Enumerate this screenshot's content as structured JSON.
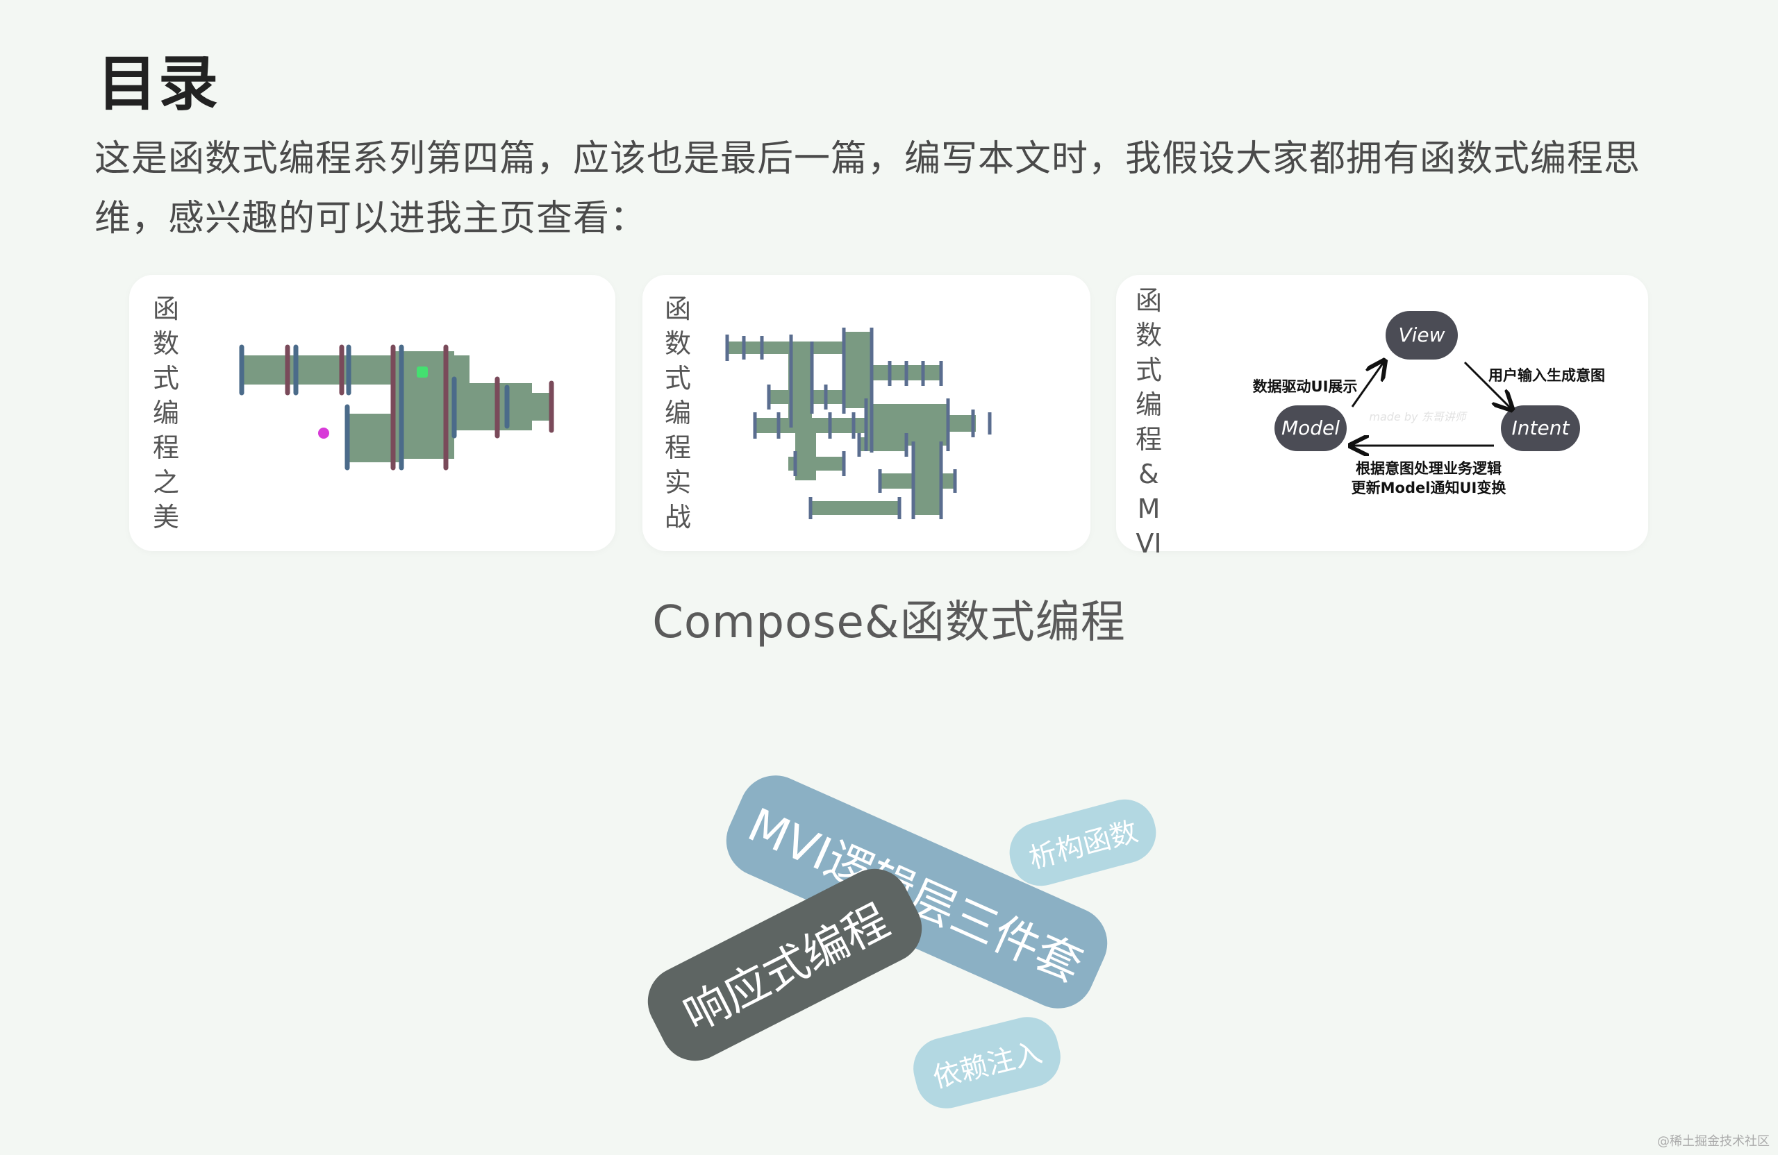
{
  "heading": "目录",
  "intro": "这是函数式编程系列第四篇，应该也是最后一篇，编写本文时，我假设大家都拥有函数式编程思维，感兴趣的可以进我主页查看：",
  "cards": [
    {
      "title": "函数式编程之美"
    },
    {
      "title": "函数式编程实战"
    },
    {
      "title": "函数式编程&MVI"
    }
  ],
  "mvi_diagram": {
    "nodes": {
      "view": "View",
      "model": "Model",
      "intent": "Intent"
    },
    "labels": {
      "model_to_view": "数据驱动UI展示",
      "view_to_intent": "用户输入生成意图",
      "intent_to_model_line1": "根据意图处理业务逻辑",
      "intent_to_model_line2": "更新Model通知UI变换",
      "credit": "made by 东哥讲师"
    },
    "colors": {
      "node": "#4b4c55"
    }
  },
  "caption": "Compose&函数式编程",
  "tags": {
    "mvi": "MVI逻辑层三件套",
    "destructuring": "析构函数",
    "reactive": "响应式编程",
    "di": "依赖注入"
  },
  "watermark": "@稀土掘金技术社区",
  "colors": {
    "background": "#f3f7f3",
    "pipe_green": "#7a9a82",
    "flange_blue": "#4b6b8a",
    "flange_red": "#7a4a5a",
    "tag_blue": "#8bb0c4",
    "tag_light": "#b3d8e2",
    "tag_dark": "#5e6563"
  }
}
